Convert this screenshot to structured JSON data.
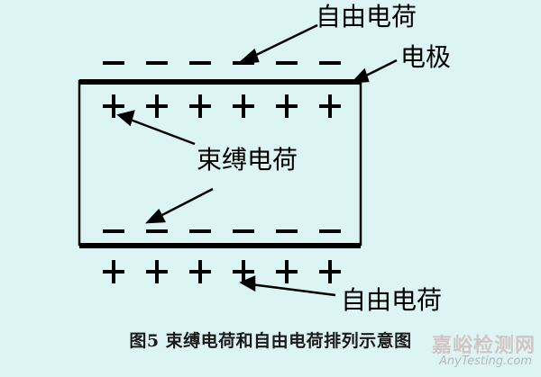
{
  "labels": {
    "free_charge_top": "自由电荷",
    "electrode": "电极",
    "bound_charge": "束缚电荷",
    "free_charge_bottom": "自由电荷"
  },
  "charges": {
    "top_row_sign": "–",
    "inner_top_sign": "+",
    "inner_bottom_sign": "–",
    "bottom_row_sign": "+",
    "count_per_row": 6
  },
  "caption": "图5 束缚电荷和自由电荷排列示意图",
  "watermark": {
    "cn": "嘉峪检测网",
    "en": "AnyTesting.com"
  },
  "colors": {
    "background": "#ddf4f4",
    "ink": "#000000"
  }
}
